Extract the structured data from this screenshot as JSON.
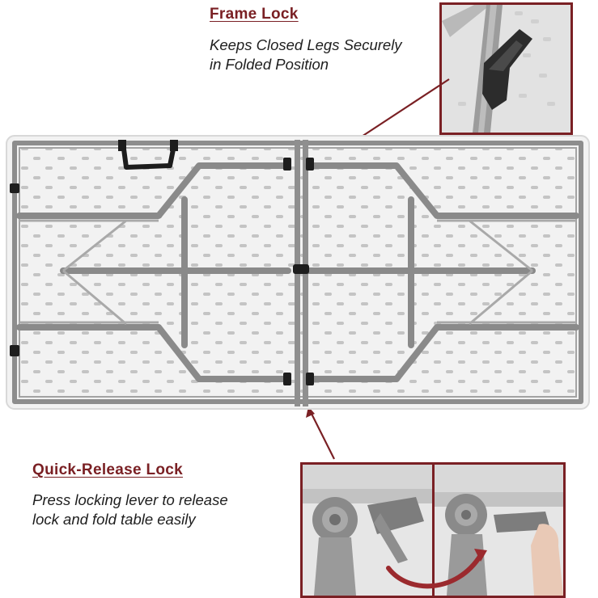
{
  "frame_lock": {
    "title": "Frame Lock",
    "description_lines": [
      "Keeps Closed Legs Securely",
      "in Folded Position"
    ]
  },
  "quick_release": {
    "title": "Quick-Release Lock",
    "description_lines": [
      "Press locking lever to release",
      "lock and fold table easily"
    ]
  },
  "colors": {
    "accent": "#7a2024",
    "frame": "#8e8e8e",
    "tabletop": "#f4f4f4"
  }
}
